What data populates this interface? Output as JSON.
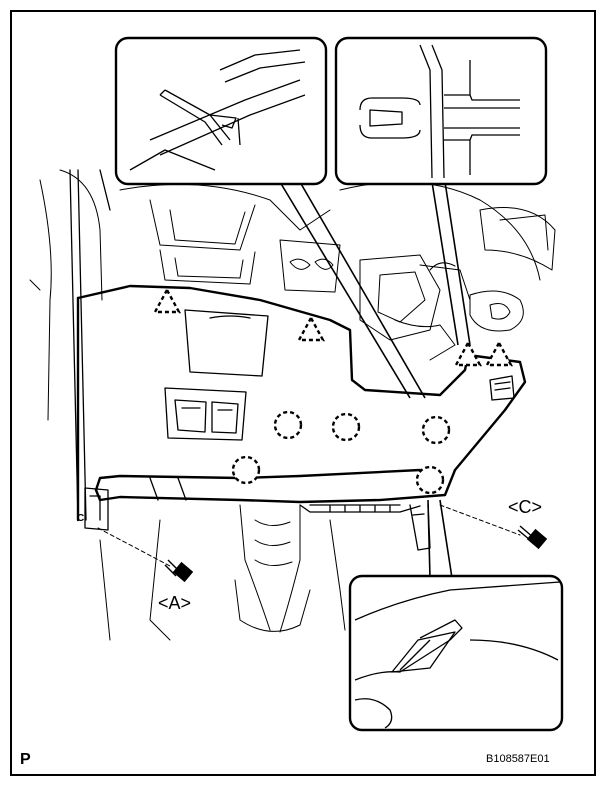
{
  "labels": {
    "screw_a": "<A>",
    "screw_c": "<C>",
    "tag_c": "C",
    "corner_mark": "P",
    "figure_code": "B108587E01"
  },
  "colors": {
    "ink": "#000000",
    "paper": "#ffffff"
  },
  "legend_symbols": {
    "clip": "dashed-circle",
    "claw": "dashed-triangle"
  }
}
